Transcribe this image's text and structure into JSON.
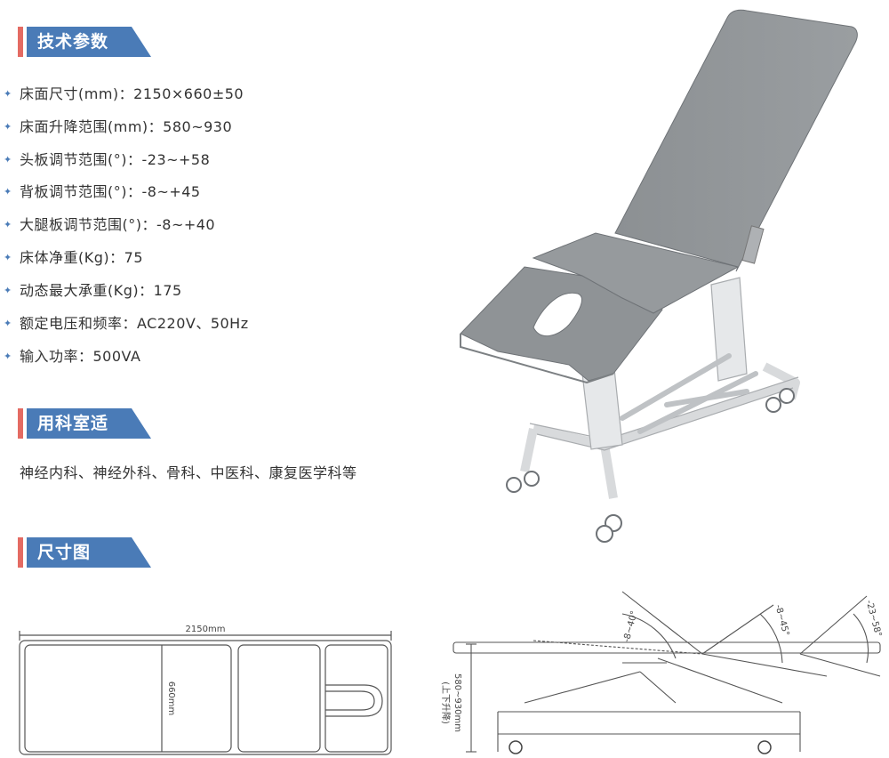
{
  "sections": {
    "specs": {
      "title": "技术参数"
    },
    "departments": {
      "title": "用科室适"
    },
    "dimensions": {
      "title": "尺寸图"
    }
  },
  "specs": [
    "床面尺寸(mm)：2150×660±50",
    "床面升降范围(mm)：580~930",
    "头板调节范围(°)：-23~+58",
    "背板调节范围(°)：-8~+45",
    "大腿板调节范围(°)：-8~+40",
    "床体净重(Kg)：75",
    "动态最大承重(Kg)：175",
    "额定电压和频率：AC220V、50Hz",
    "输入功率：500VA"
  ],
  "departments_text": "神经内科、神经外科、骨科、中医科、康复医学科等",
  "drawing": {
    "length_label": "2150mm",
    "width_label": "660mm",
    "height_range_label": "580~930mm",
    "height_note": "(上下升降)",
    "angle_1": "-8~40°",
    "angle_2": "-8~45°",
    "angle_3": "-23~58°"
  },
  "colors": {
    "accent_blue": "#4a7bb7",
    "accent_red": "#e46b63",
    "upholstery_grey": "#8f9396"
  }
}
